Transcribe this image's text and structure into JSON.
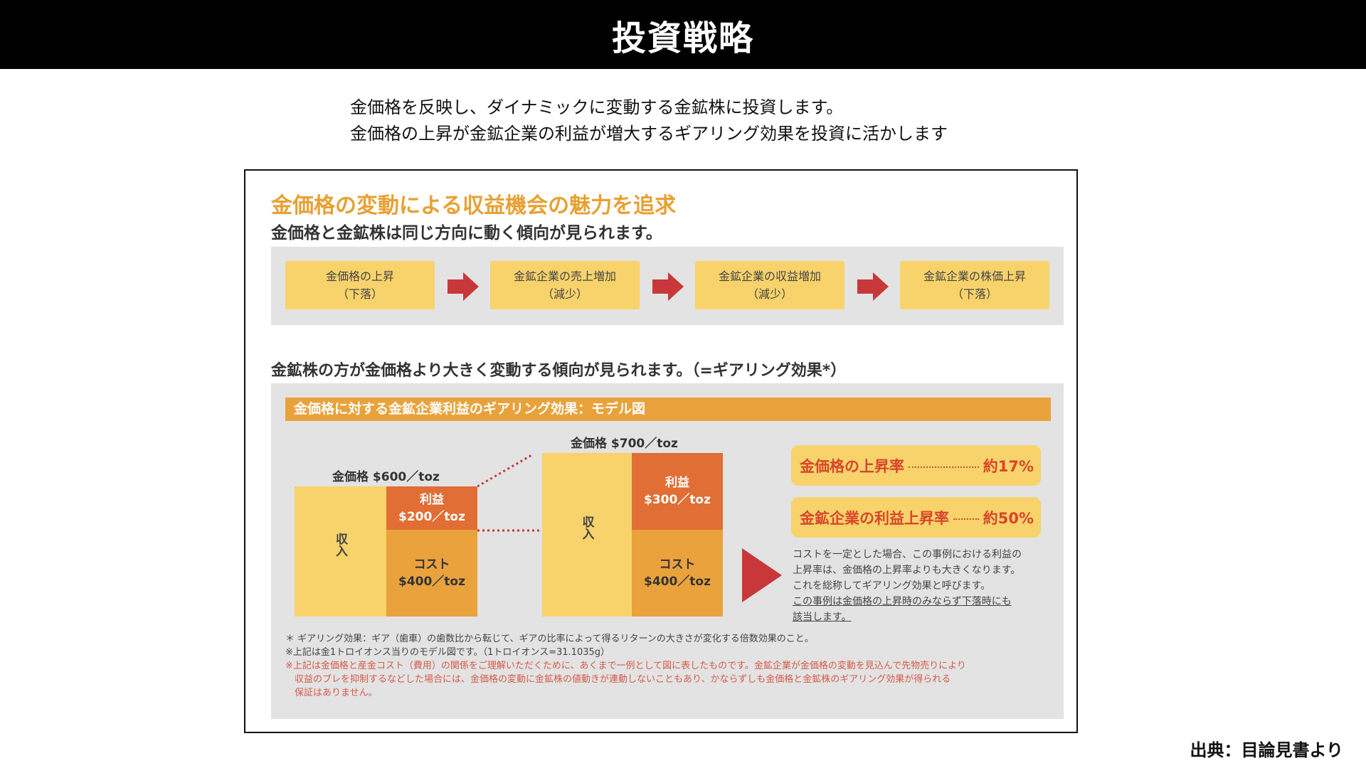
{
  "header": {
    "title": "投資戦略"
  },
  "intro": [
    "金価格を反映し、ダイナミックに変動する金鉱株に投資します。",
    "金価格の上昇が金鉱企業の利益が増大するギアリング効果を投資に活かします"
  ],
  "panel": {
    "title": "金価格の変動による収益機会の魅力を追求",
    "subtitle": "金価格と金鉱株は同じ方向に動く傾向が見られます。",
    "flow": [
      {
        "line1": "金価格の上昇",
        "line2": "（下落）"
      },
      {
        "line1": "金鉱企業の売上増加",
        "line2": "（減少）"
      },
      {
        "line1": "金鉱企業の収益増加",
        "line2": "（減少）"
      },
      {
        "line1": "金鉱企業の株価上昇",
        "line2": "（下落）"
      }
    ],
    "section2_title": "金鉱株の方が金価格より大きく変動する傾向が見られます。（=ギアリング効果*）",
    "model": {
      "header": "金価格に対する金鉱企業利益のギアリング効果：モデル図",
      "before": {
        "price_label": "金価格 $600／toz",
        "revenue_label": "収入",
        "profit_label": "利益",
        "profit_value": "$200／toz",
        "cost_label": "コスト",
        "cost_value": "$400／toz"
      },
      "after": {
        "price_label": "金価格 $700／toz",
        "revenue_label": "収入",
        "profit_label": "利益",
        "profit_value": "$300／toz",
        "cost_label": "コスト",
        "cost_value": "$400／toz"
      },
      "rates": [
        {
          "label": "金価格の上昇率",
          "value": "約17%"
        },
        {
          "label": "金鉱企業の利益上昇率",
          "value": "約50%"
        }
      ],
      "description": [
        "コストを一定とした場合、この事例における利益の",
        "上昇率は、金価格の上昇率よりも大きくなります。",
        "これを総称してギアリング効果と呼びます。"
      ],
      "description_underlined": [
        "この事例は金価格の上昇時のみならず下落時にも",
        "該当します。"
      ],
      "notes": [
        "＊ ギアリング効果：ギア（歯車）の歯数比から転じて、ギアの比率によって得るリターンの大きさが変化する倍数効果のこと。",
        "※上記は金1トロイオンス当りのモデル図です。（1トロイオンス=31.1035g）"
      ],
      "notes_red": [
        "※上記は金価格と産金コスト（費用）の関係をご理解いただくために、あくまで一例として図に表したものです。金鉱企業が金価格の変動を見込んで先物売りにより",
        "　収益のブレを抑制するなどした場合には、金価格の変動に金鉱株の値動きが連動しないこともあり、かならずしも金価格と金鉱株のギアリング効果が得られる",
        "　保証はありません。"
      ]
    }
  },
  "source": "出典：目論見書より",
  "colors": {
    "title_orange": "#e8a033",
    "flow_box": "#f8d36b",
    "arrow_red": "#c8373a",
    "profit": "#e16e34",
    "cost": "#eaa23c",
    "accent_red": "#d9452b"
  }
}
